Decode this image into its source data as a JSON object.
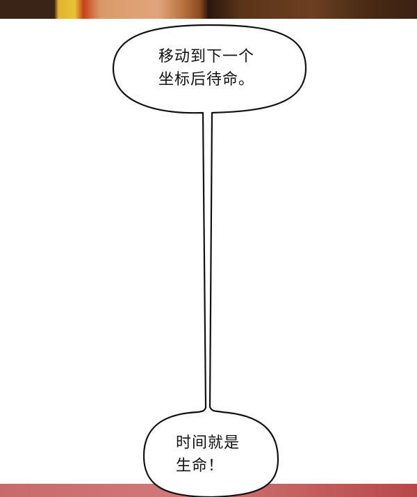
{
  "bubbles": [
    {
      "lines": [
        "移动到下一个",
        "坐标后待命。"
      ]
    },
    {
      "lines": [
        "时间就是",
        "生命！"
      ]
    }
  ]
}
